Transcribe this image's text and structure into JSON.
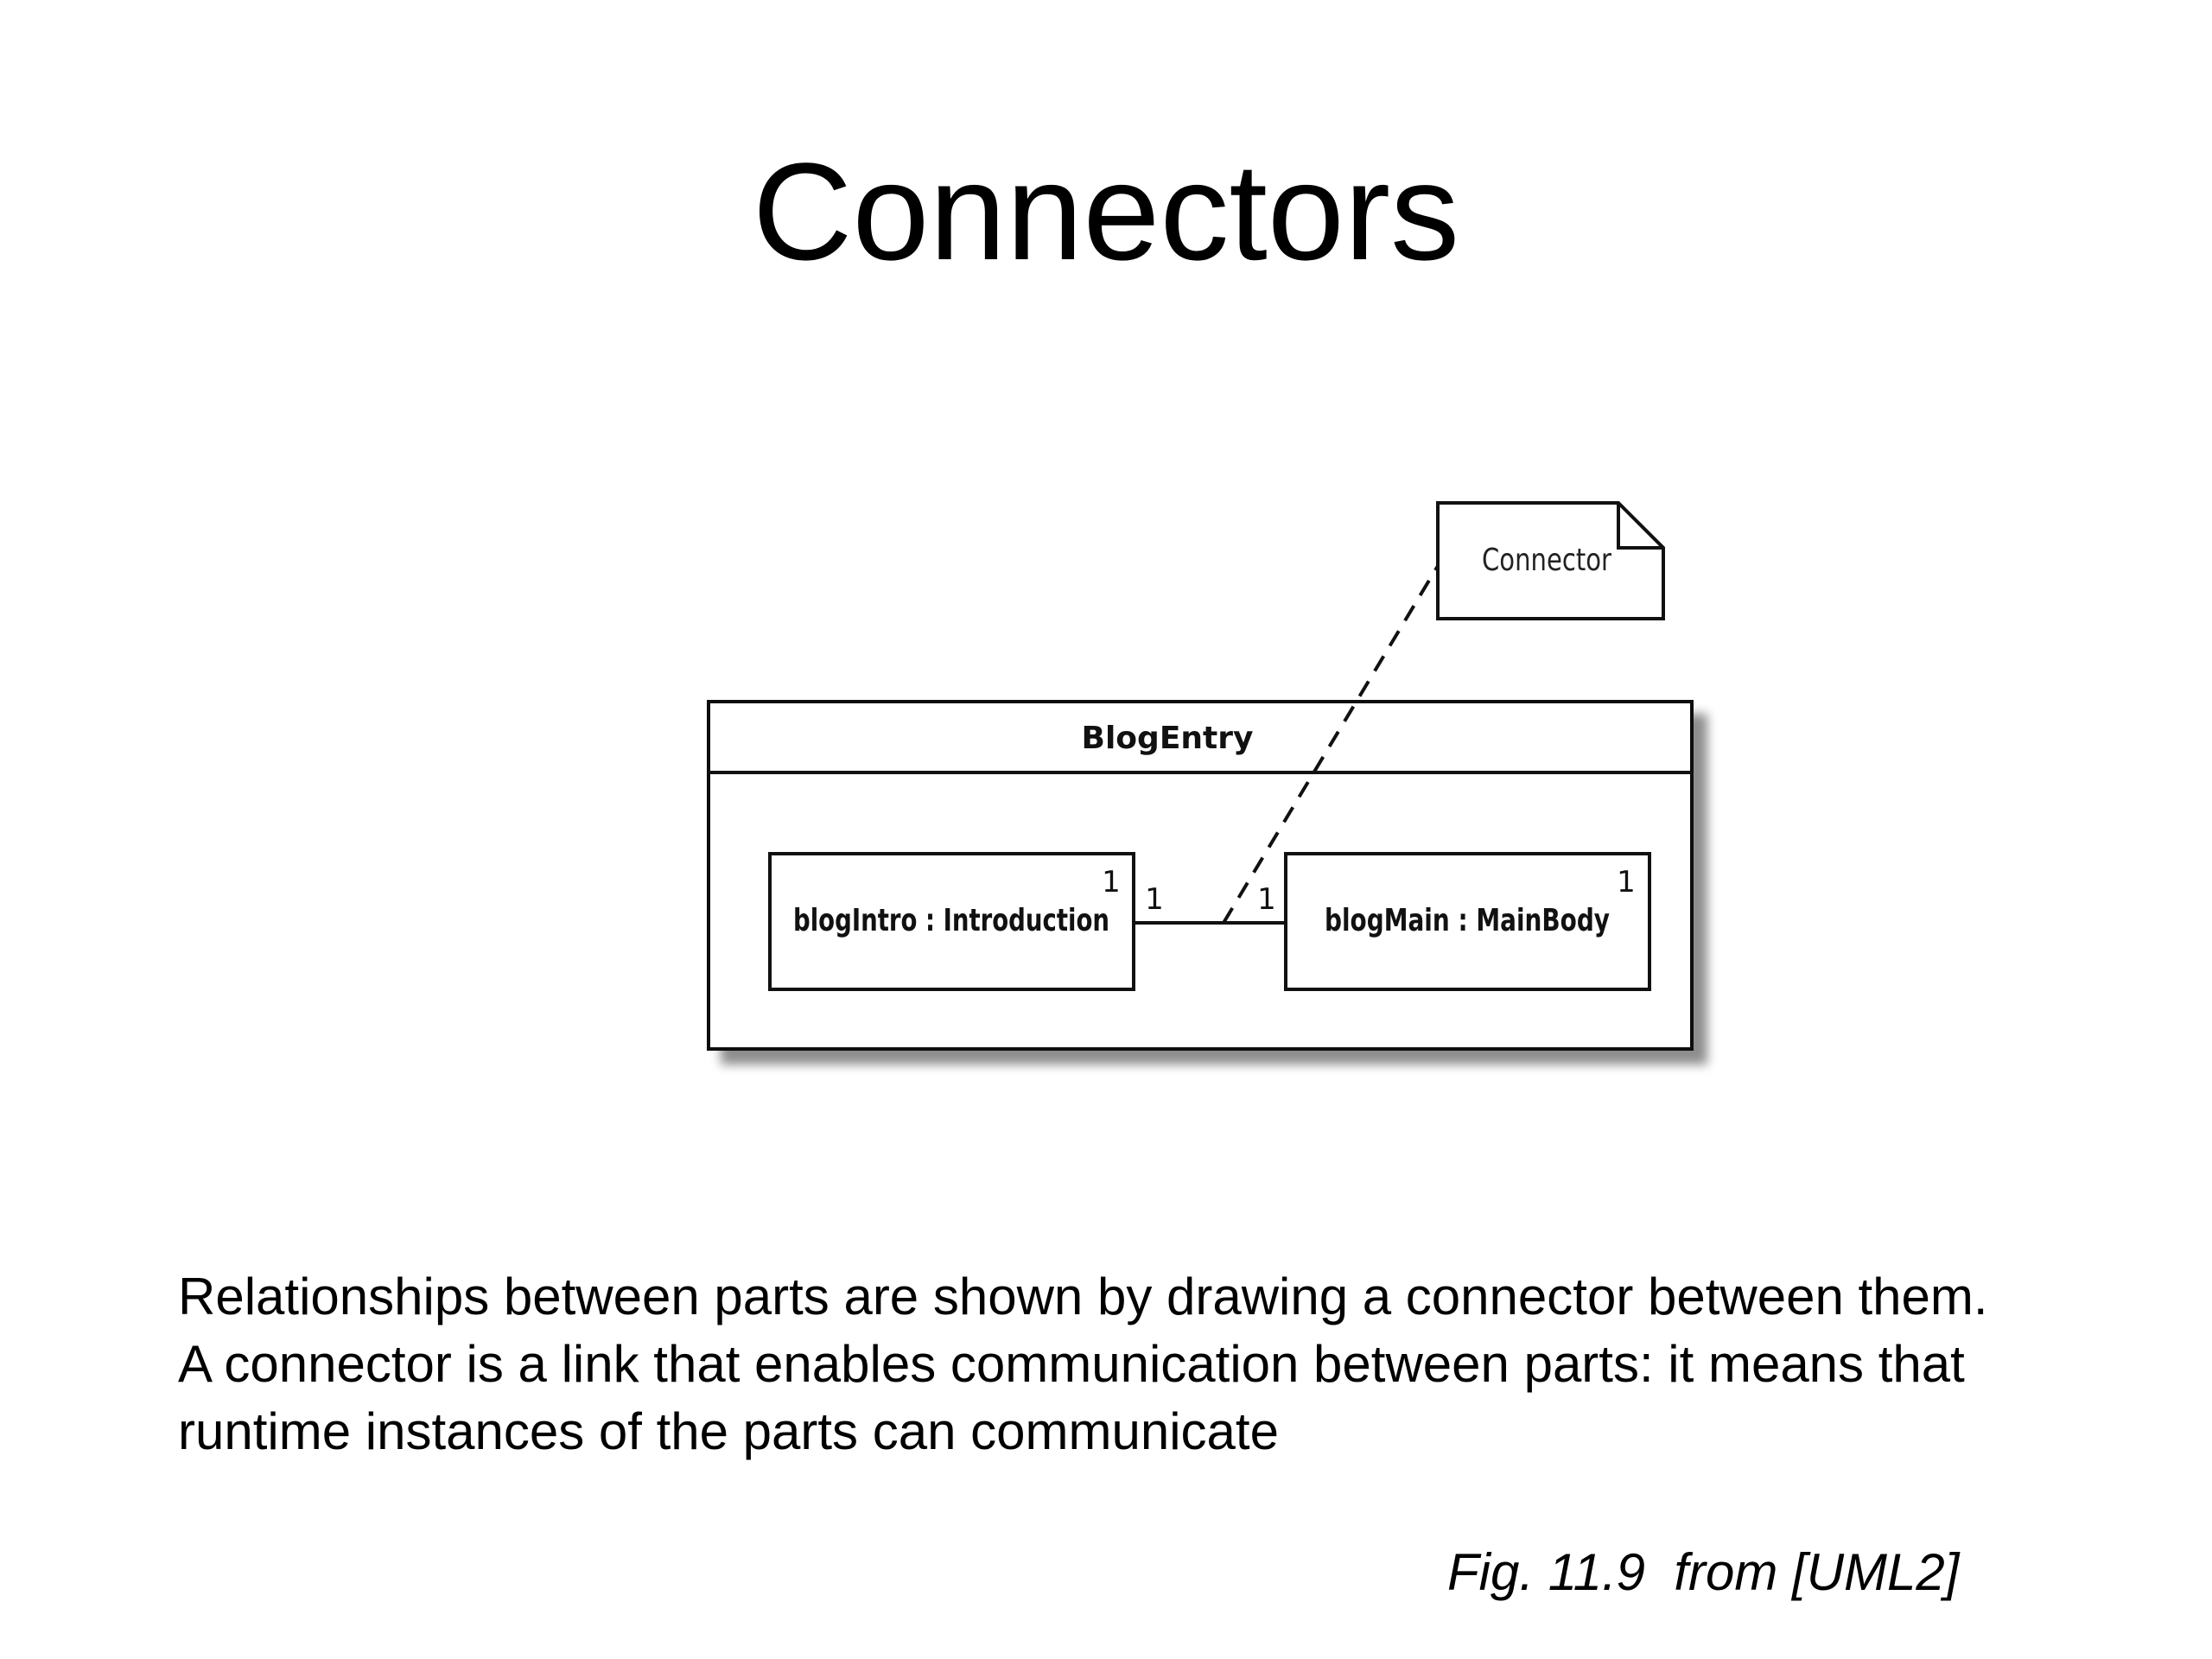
{
  "slide": {
    "title": "Connectors",
    "body_lines": [
      "Relationships between parts are shown by drawing a connector between them.",
      "A connector is a link that enables communication between parts: it means that",
      "runtime instances of the parts can communicate"
    ],
    "caption": "Fig. 11.9  from [UML2]"
  },
  "diagram": {
    "note": {
      "label": "Connector"
    },
    "composite": {
      "name": "BlogEntry"
    },
    "parts": [
      {
        "label": "blogIntro : Introduction",
        "multiplicity": "1"
      },
      {
        "label": "blogMain : MainBody",
        "multiplicity": "1"
      }
    ],
    "connector": {
      "end_left_multiplicity": "1",
      "end_right_multiplicity": "1"
    }
  }
}
